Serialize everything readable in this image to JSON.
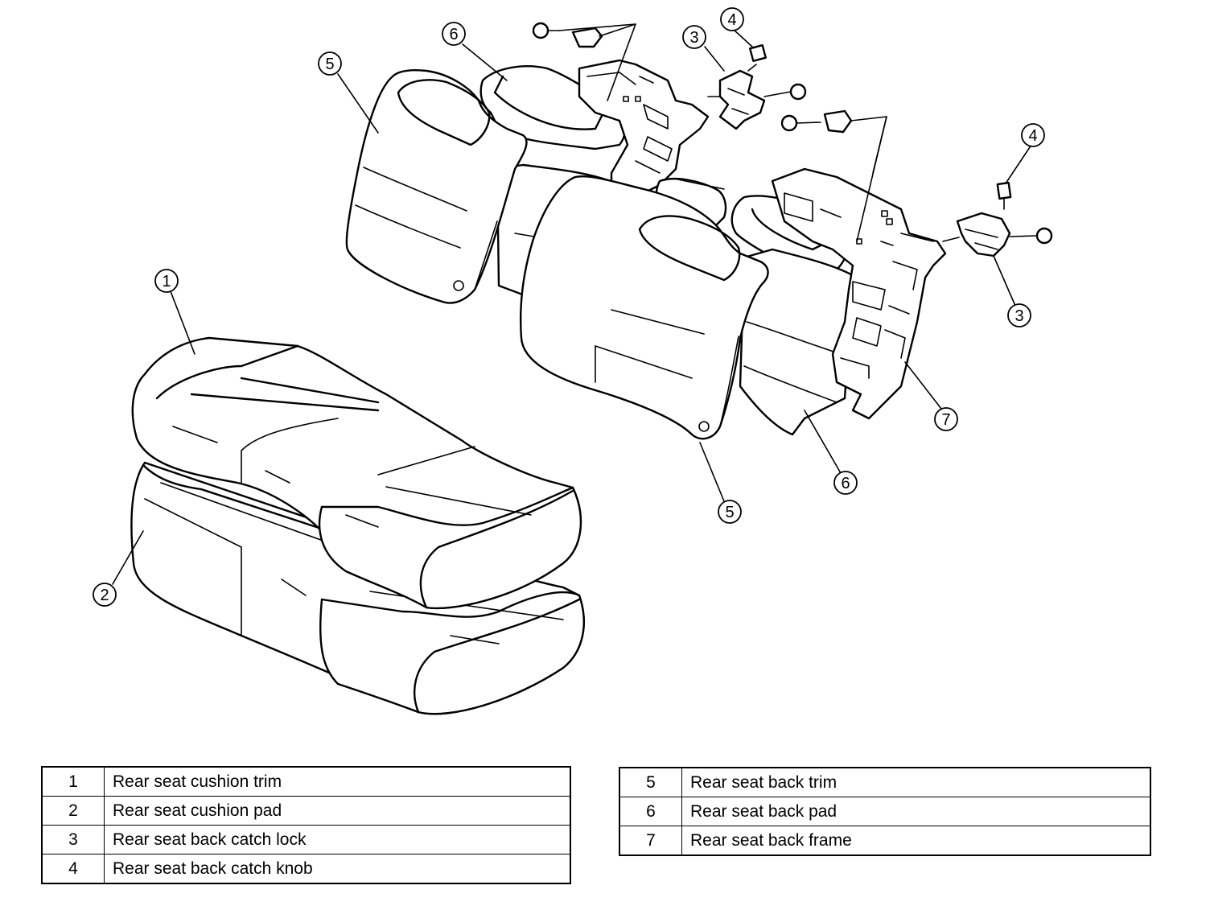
{
  "callouts": [
    {
      "label": "1"
    },
    {
      "label": "2"
    },
    {
      "label": "3"
    },
    {
      "label": "3"
    },
    {
      "label": "4"
    },
    {
      "label": "4"
    },
    {
      "label": "5"
    },
    {
      "label": "5"
    },
    {
      "label": "6"
    },
    {
      "label": "6"
    },
    {
      "label": "7"
    }
  ],
  "legend_left": [
    {
      "num": "1",
      "desc": "Rear seat cushion trim"
    },
    {
      "num": "2",
      "desc": "Rear seat cushion pad"
    },
    {
      "num": "3",
      "desc": "Rear seat back catch lock"
    },
    {
      "num": "4",
      "desc": "Rear seat back catch knob"
    }
  ],
  "legend_right": [
    {
      "num": "5",
      "desc": "Rear seat back trim"
    },
    {
      "num": "6",
      "desc": "Rear seat back pad"
    },
    {
      "num": "7",
      "desc": "Rear seat back frame"
    }
  ]
}
